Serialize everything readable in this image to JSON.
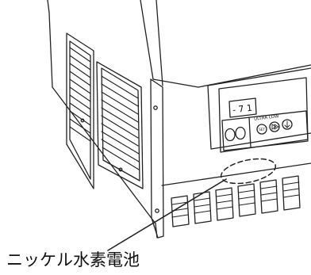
{
  "display": {
    "readout": "- 7 1"
  },
  "panel": {
    "mode_label": "ULTRA LOW",
    "set_button_label": "SET"
  },
  "callout": {
    "label": "ニッケル水素電池"
  }
}
